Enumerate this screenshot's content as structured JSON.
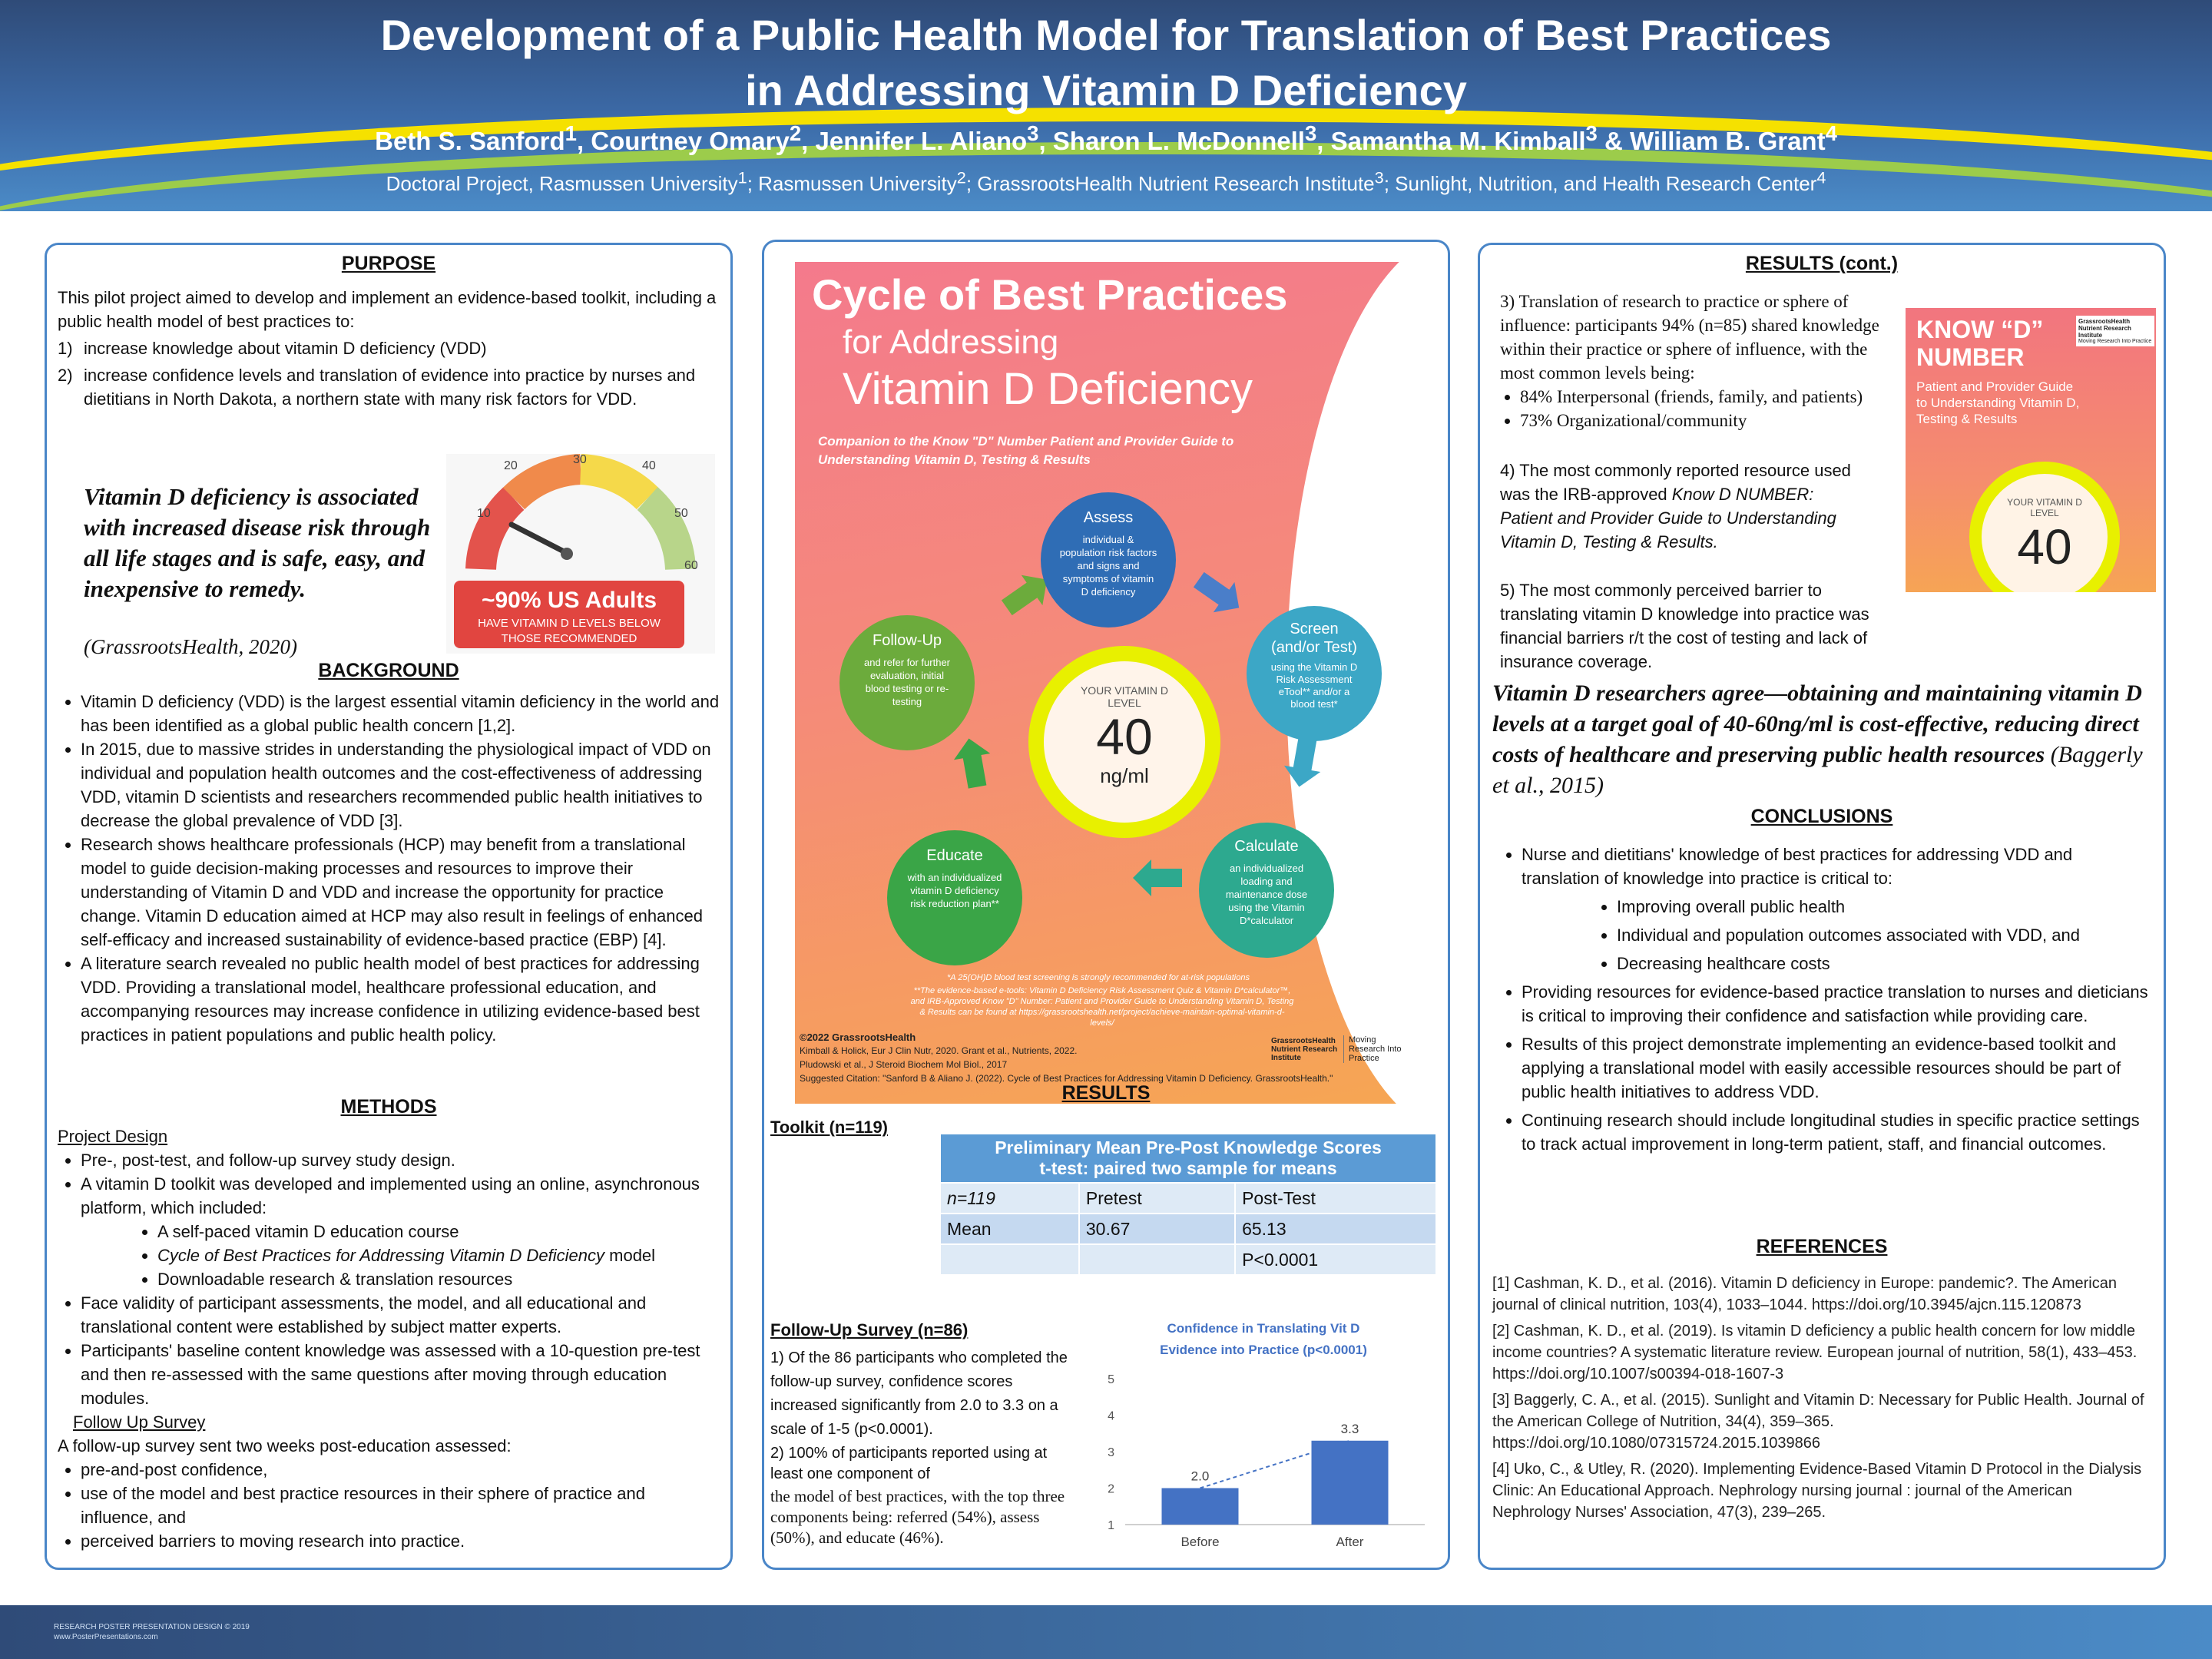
{
  "header": {
    "title_line1": "Development of a Public Health Model for Translation of Best Practices",
    "title_line2": "in Addressing Vitamin D Deficiency",
    "authors": [
      {
        "name": "Beth S. Sanford",
        "sup": "1",
        "sep": ", "
      },
      {
        "name": "Courtney Omary",
        "sup": "2",
        "sep": ", "
      },
      {
        "name": "Jennifer L. Aliano",
        "sup": "3",
        "sep": ", "
      },
      {
        "name": "Sharon L. McDonnell",
        "sup": "3",
        "sep": ", "
      },
      {
        "name": "Samantha M. Kimball",
        "sup": "3",
        "sep": " & "
      },
      {
        "name": "William B. Grant",
        "sup": "4",
        "sep": ""
      }
    ],
    "affiliations": [
      {
        "name": "Doctoral Project, Rasmussen University",
        "sup": "1",
        "sep": "; "
      },
      {
        "name": "Rasmussen University",
        "sup": "2",
        "sep": "; "
      },
      {
        "name": "GrassrootsHealth Nutrient Research Institute",
        "sup": "3",
        "sep": "; "
      },
      {
        "name": "Sunlight, Nutrition, and Health Research Center",
        "sup": "4",
        "sep": ""
      }
    ]
  },
  "purpose": {
    "heading": "PURPOSE",
    "intro": "This pilot project aimed to develop and implement an evidence-based toolkit, including a public health model of best practices to:",
    "items": [
      {
        "num": "1)",
        "text": "increase knowledge about vitamin D deficiency (VDD)"
      },
      {
        "num": "2)",
        "text": "increase confidence levels and translation of evidence into practice by nurses and dietitians in North Dakota, a northern state with many risk factors for VDD."
      }
    ],
    "quote": "Vitamin D deficiency is associated with increased disease risk through all life stages and is safe, easy, and inexpensive to remedy.",
    "quote_cite": "(GrassrootsHealth, 2020)",
    "gauge": {
      "ticks": [
        "10",
        "20",
        "30",
        "40",
        "50",
        "60"
      ],
      "banner_big": "~90% US Adults",
      "banner_small1": "HAVE VITAMIN D LEVELS BELOW",
      "banner_small2": "THOSE RECOMMENDED"
    }
  },
  "background": {
    "heading": "BACKGROUND",
    "bullets": [
      "Vitamin D deficiency (VDD) is the largest essential vitamin deficiency in the world and has been identified as a global public health concern [1,2].",
      "In 2015, due to massive strides in understanding the physiological impact of VDD on individual and population health outcomes and the cost-effectiveness of addressing VDD, vitamin D scientists and researchers recommended public health initiatives to decrease the global prevalence of VDD [3].",
      "Research shows healthcare professionals (HCP) may benefit from a translational model to guide decision-making processes and resources to improve their understanding of Vitamin D and VDD and increase the opportunity for practice change.  Vitamin D education aimed at HCP may also result in feelings of enhanced self-efficacy and increased sustainability of evidence-based practice (EBP) [4].",
      "A literature search revealed no public health model of best practices for addressing VDD. Providing a translational model, healthcare professional education, and accompanying resources may increase confidence in utilizing evidence-based best practices in patient populations and public health policy."
    ]
  },
  "methods": {
    "heading": "METHODS",
    "design_heading": "Project Design",
    "design_bullets": [
      "Pre-, post-test, and follow-up survey study design.",
      "A vitamin D toolkit was developed and implemented using an online, asynchronous platform, which included:"
    ],
    "toolkit_items": [
      {
        "text": " A self-paced vitamin D education course",
        "italic": "",
        "after": ""
      },
      {
        "text": "",
        "italic": "Cycle of Best Practices for Addressing Vitamin D Deficiency",
        "after": " model"
      },
      {
        "text": "Downloadable research & translation resources",
        "italic": "",
        "after": ""
      }
    ],
    "more_bullets": [
      "Face validity of participant assessments, the model, and all educational and translational content were established by subject matter experts.",
      "Participants' baseline content knowledge was assessed with a 10-question pre-test and then re-assessed with the same questions after moving through education modules."
    ],
    "followup_heading": "Follow Up Survey",
    "followup_intro": "A follow-up survey sent two weeks post-education assessed:",
    "followup_bullets": [
      " pre-and-post confidence,",
      "use of the model and best practice resources in their sphere of practice and influence, and",
      "perceived barriers to moving research into practice."
    ]
  },
  "cycle": {
    "title1": "Cycle of Best Practices",
    "title2": "for Addressing",
    "title3": "Vitamin D Deficiency",
    "subtitle": "Companion to the Know \"D\" Number Patient and Provider Guide to Understanding Vitamin D, Testing & Results",
    "center_label": "YOUR VITAMIN D LEVEL",
    "center_value": "40",
    "center_unit": "ng/ml",
    "steps": [
      {
        "name": "Assess",
        "desc": "individual & population risk factors and signs and symptoms of vitamin D deficiency",
        "color": "#2f6db5"
      },
      {
        "name": "Screen (and/or Test)",
        "desc": "using the Vitamin D Risk Assessment eTool** and/or a blood test*",
        "color": "#3ca7c6"
      },
      {
        "name": "Calculate",
        "desc": "an individualized loading and maintenance dose using the Vitamin D*calculator",
        "color": "#2da98f"
      },
      {
        "name": "Educate",
        "desc": "with an individualized vitamin D deficiency risk reduction plan**",
        "color": "#3aa547"
      },
      {
        "name": "Follow-Up",
        "desc": "and refer for further evaluation, initial blood testing or re-testing",
        "color": "#6cab3c"
      }
    ],
    "footnote1": "*A 25(OH)D blood test screening is strongly recommended for at-risk populations",
    "footnote2": "**The evidence-based e-tools: Vitamin D Deficiency Risk Assessment Quiz & Vitamin D*calculator™, and IRB-Approved Know \"D\" Number: Patient and Provider Guide to Understanding Vitamin D, Testing & Results can be found at https://grassrootshealth.net/project/achieve-maintain-optimal-vitamin-d-levels/",
    "copyright": "©2022 GrassrootsHealth",
    "refs1": "Kimball & Holick, Eur J Clin Nutr, 2020.  Grant et al., Nutrients, 2022.",
    "refs2": "Pludowski et al., J Steroid Biochem Mol Biol., 2017",
    "citation": "Suggested Citation: \"Sanford B & Aliano J. (2022). Cycle of Best Practices for Addressing Vitamin D Deficiency. GrassrootsHealth.\"",
    "logo1": "GrassrootsHealth Nutrient Research Institute",
    "logo2": "Moving Research Into Practice"
  },
  "results": {
    "heading": "RESULTS",
    "toolkit_label": "Toolkit (n=119)",
    "table_title1": "Preliminary Mean Pre-Post Knowledge Scores",
    "table_title2": "t-test: paired two sample for means",
    "table_rows": [
      [
        "n=119",
        "Pretest",
        "Post-Test"
      ],
      [
        "Mean",
        "30.67",
        "65.13"
      ],
      [
        "",
        "",
        "P<0.0001"
      ]
    ],
    "followup_label": "Follow-Up Survey (n=86)",
    "followup_p1": "1) Of the 86 participants who completed the follow-up survey, confidence scores increased significantly from 2.0 to 3.3 on a scale of 1-5 (p<0.0001).",
    "followup_p2a": "2) 100% of participants reported using at least one component of",
    "followup_p2b": "the model of best practices, with the top three components being: referred (54%), assess (50%), and educate (46%)."
  },
  "chart_data": {
    "type": "bar",
    "title": "Confidence in Translating Vit D Evidence into Practice (p<0.0001)",
    "categories": [
      "Before",
      "After"
    ],
    "values": [
      2.0,
      3.3
    ],
    "data_labels": [
      "2.0",
      "3.3"
    ],
    "yticks": [
      "1",
      "2",
      "3",
      "4",
      "5"
    ],
    "ylim": [
      1,
      5
    ],
    "grid": false,
    "trendline": true,
    "bar_color": "#4472c4"
  },
  "results_cont": {
    "heading": "RESULTS (cont.)",
    "p3": "3) Translation of research to practice or sphere of influence: participants 94% (n=85) shared knowledge within their practice or sphere of influence, with the most common levels being:",
    "p3_bullets": [
      "84% Interpersonal (friends, family, and patients)",
      "73% Organizational/community"
    ],
    "p4_pre": "4) The most commonly reported resource used was the IRB-approved ",
    "p4_italic": "Know D NUMBER: Patient and Provider Guide to Understanding Vitamin D, Testing & Results.",
    "p5": "5) The most commonly perceived barrier to translating vitamin D knowledge into practice was financial barriers r/t the cost of testing and lack of insurance coverage.",
    "quote": "Vitamin D researchers agree—obtaining and maintaining vitamin D levels at a target goal of 40-60ng/ml is cost-effective, reducing direct costs of healthcare and preserving public health resources",
    "quote_cite": " (Baggerly et al., 2015)",
    "book": {
      "title1": "KNOW “D”",
      "title2": "NUMBER",
      "sub": "Patient and Provider Guide to Understanding Vitamin D, Testing & Results",
      "logo": "GrassrootsHealth Nutrient Research Institute",
      "logo_sub": "Moving Research Into Practice",
      "label": "YOUR VITAMIN D LEVEL",
      "value": "40"
    }
  },
  "conclusions": {
    "heading": "CONCLUSIONS",
    "b1": "Nurse and dietitians' knowledge of best practices for addressing VDD and translation of knowledge into practice is critical to:",
    "sub": [
      "Improving overall public health",
      "Individual and population outcomes associated with VDD, and",
      "Decreasing healthcare costs"
    ],
    "more": [
      "Providing resources for evidence-based practice translation to nurses and dieticians is critical to improving their confidence and satisfaction while providing care.",
      " Results of this project demonstrate implementing an evidence-based toolkit and applying a translational model with easily accessible resources should be part of public health initiatives to address VDD.",
      "Continuing research should include longitudinal studies in specific practice settings to track actual improvement in long-term patient, staff, and financial outcomes."
    ]
  },
  "references": {
    "heading": "REFERENCES",
    "items": [
      "[1] Cashman, K. D., et al. (2016). Vitamin D deficiency in Europe: pandemic?. The American journal of clinical nutrition, 103(4), 1033–1044. https://doi.org/10.3945/ajcn.115.120873",
      "[2] Cashman, K. D., et al. (2019). Is vitamin D deficiency a public health concern for low middle income countries? A systematic literature review. European journal of nutrition, 58(1), 433–453. https://doi.org/10.1007/s00394-018-1607-3",
      "[3] Baggerly, C. A., et al. (2015). Sunlight and Vitamin D: Necessary for Public Health. Journal of the American College of Nutrition, 34(4), 359–365. https://doi.org/10.1080/07315724.2015.1039866",
      "[4] Uko, C., & Utley, R. (2020). Implementing Evidence-Based Vitamin D Protocol in the Dialysis Clinic: An Educational Approach. Nephrology nursing journal : journal of the American Nephrology Nurses' Association, 47(3), 239–265."
    ]
  },
  "footer": {
    "line1": "RESEARCH POSTER PRESENTATION DESIGN © 2019",
    "line2": "www.PosterPresentations.com"
  }
}
